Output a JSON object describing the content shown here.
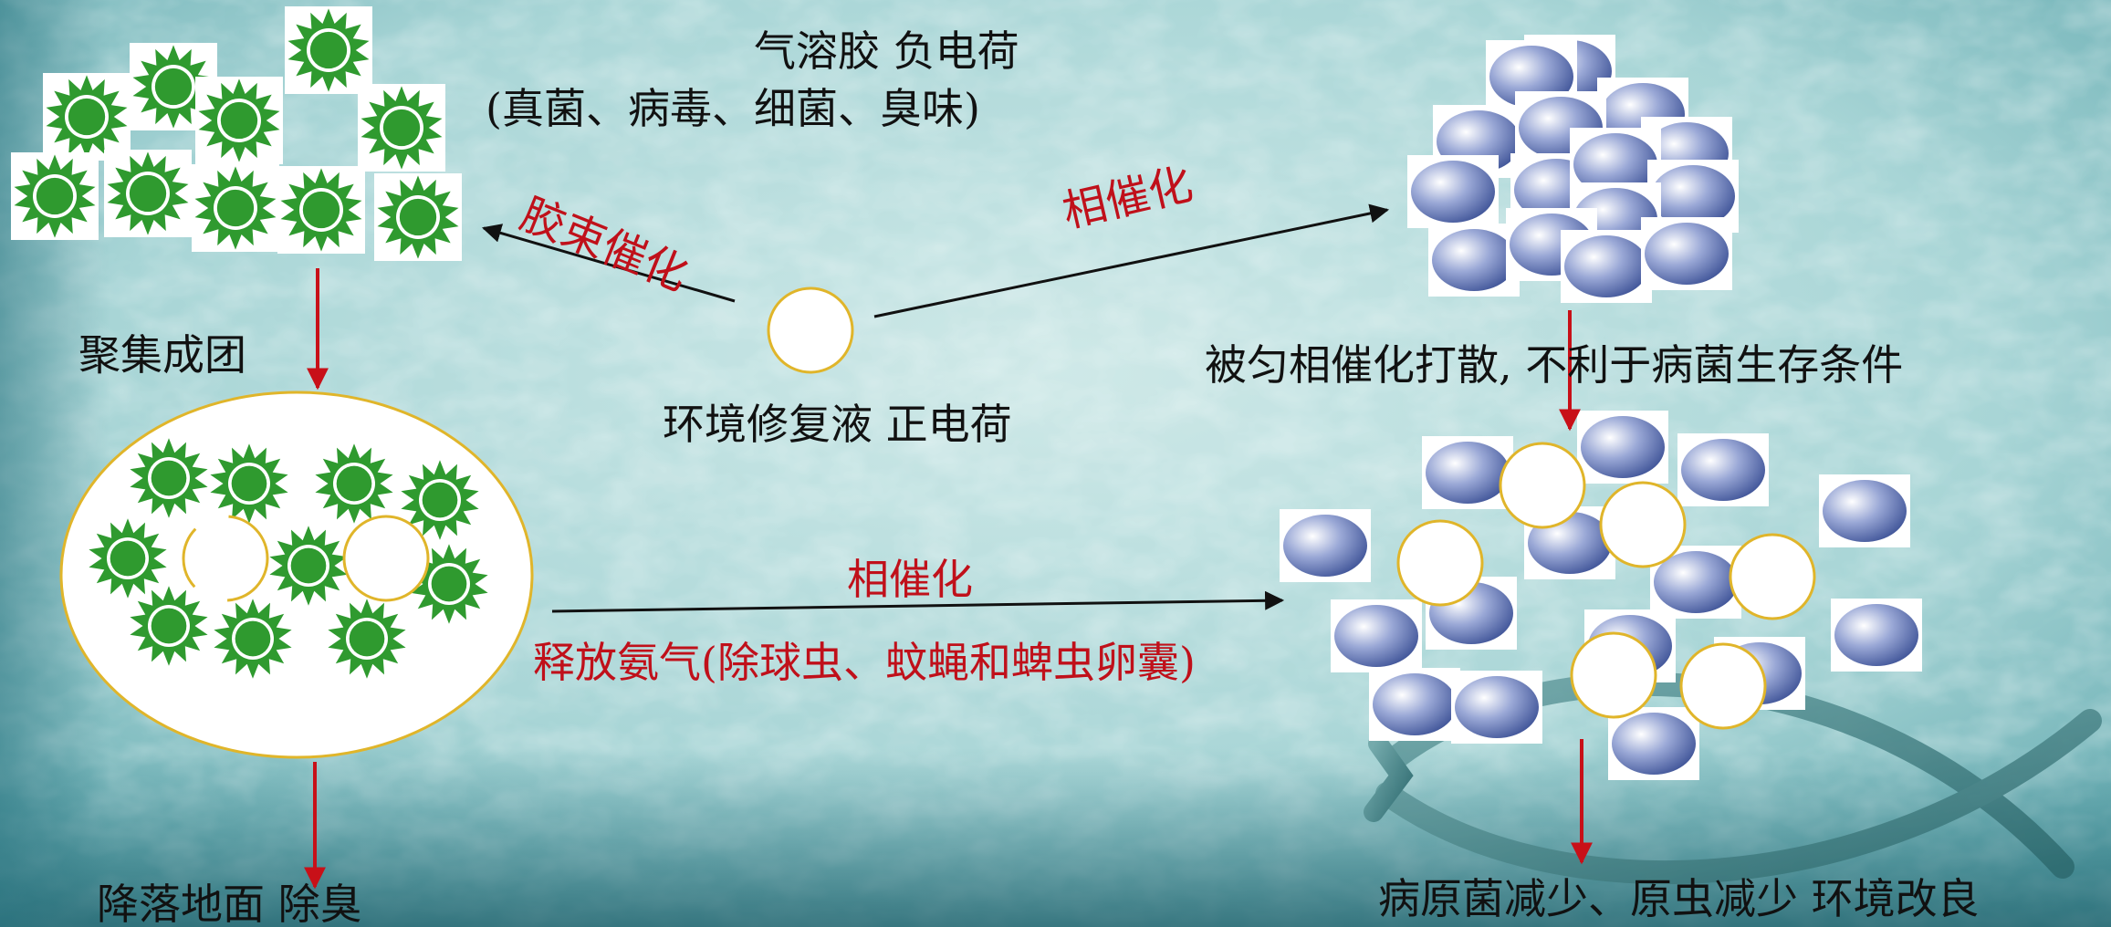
{
  "colors": {
    "label_text": "#111111",
    "catalysis_text": "#c0101a",
    "flow_arrow": "#c81018",
    "reaction_arrow": "#111111",
    "pathogen_green": "#2f9a2f",
    "pathogen_blue": "#5f73b0",
    "solution_particle_fill": "#ffffff",
    "solution_particle_stroke": "#e0b52a",
    "background": "#9fcfd0"
  },
  "icons": {
    "aerosol_particle": "green-sun-gear-icon",
    "dispersed_particle": "blue-ellipsoid-icon",
    "solution_particle": "white-circle-icon",
    "decoration": "fish-outline-icon"
  },
  "labels": {
    "aerosol_charge": "气溶胶   负电荷",
    "aerosol_contents": "(真菌、病毒、细菌、臭味)",
    "micelle_catalysis": "胶束催化",
    "phase_catalysis_top": "相催化",
    "agglomerate": "聚集成团",
    "solution_charge": "环境修复液  正电荷",
    "dispersed": "被匀相催化打散,   不利于病菌生存条件",
    "phase_catalysis_bottom": "相催化",
    "ammonia_release": "释放氨气(除球虫、蚊蝇和蜱虫卵囊)",
    "settle_deodorize": "降落地面   除臭",
    "result": "病原菌减少、原虫减少   环境改良"
  }
}
